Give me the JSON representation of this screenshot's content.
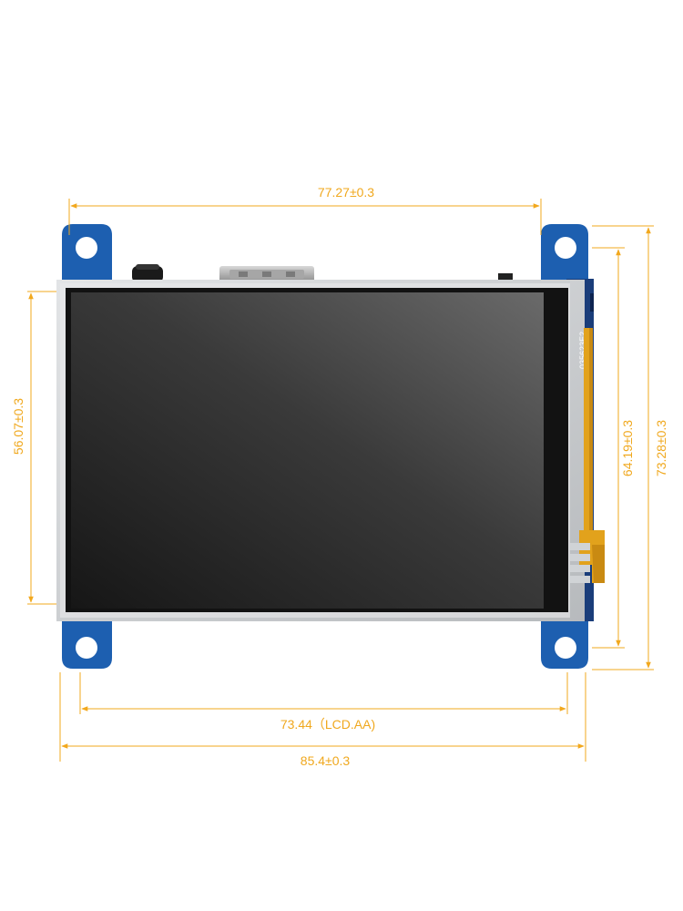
{
  "dimensions": {
    "top_width": "77.27±0.3",
    "left_height": "56.07±0.3",
    "inner_right_height": "64.19±0.3",
    "outer_right_height": "73.28±0.3",
    "lcd_active_area": "73.44（LCD.AA)",
    "total_width": "85.4±0.3"
  },
  "labels": {
    "board_code": "035623E2"
  },
  "colors": {
    "dimension_line": "#f2a81d",
    "dimension_text": "#f0a81e",
    "mount_blue": "#1d5fb0",
    "pcb_blue": "#1a3d7a",
    "frame_gray": "#c9cbcd",
    "screen_dark": "#1c1c1c",
    "flex_cable": "#e2a21c"
  }
}
